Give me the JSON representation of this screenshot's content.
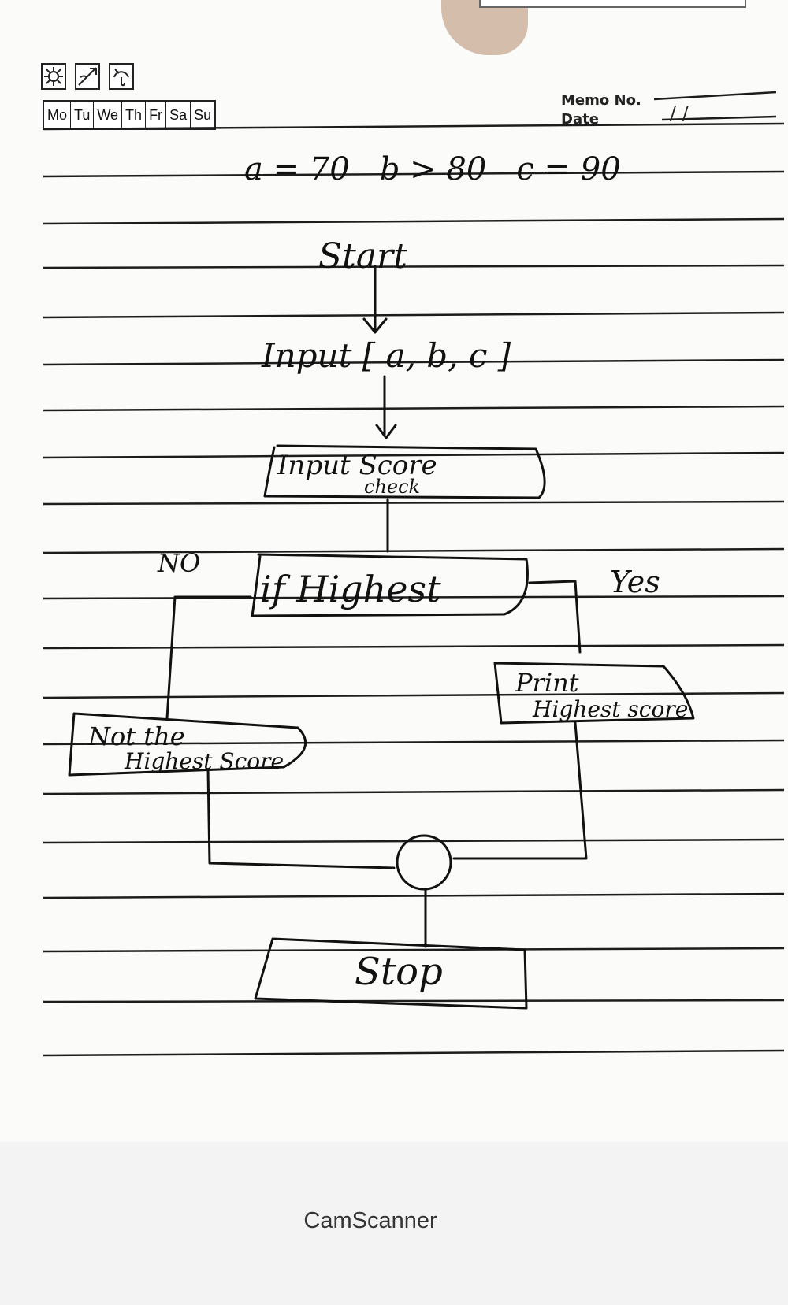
{
  "header": {
    "days": [
      "Mo",
      "Tu",
      "We",
      "Th",
      "Fr",
      "Sa",
      "Su"
    ],
    "weather_icons": [
      "sun-icon",
      "partly-cloudy-icon",
      "rain-icon"
    ],
    "memo_label": "Memo No.",
    "date_label": "Date",
    "date_value": "/ /"
  },
  "flowchart": {
    "given": "a = 70   b > 80   c = 90",
    "start": "Start",
    "input": "Input [ a, b, c ]",
    "score_line1": "Input Score",
    "score_line2": "check",
    "decision": "if Highest",
    "no_label": "NO",
    "yes_label": "Yes",
    "yes_line1": "Print",
    "yes_line2": "Highest score",
    "no_line1": "Not the",
    "no_line2": "Highest Score",
    "stop": "Stop"
  },
  "footer": {
    "watermark": "CamScanner"
  }
}
